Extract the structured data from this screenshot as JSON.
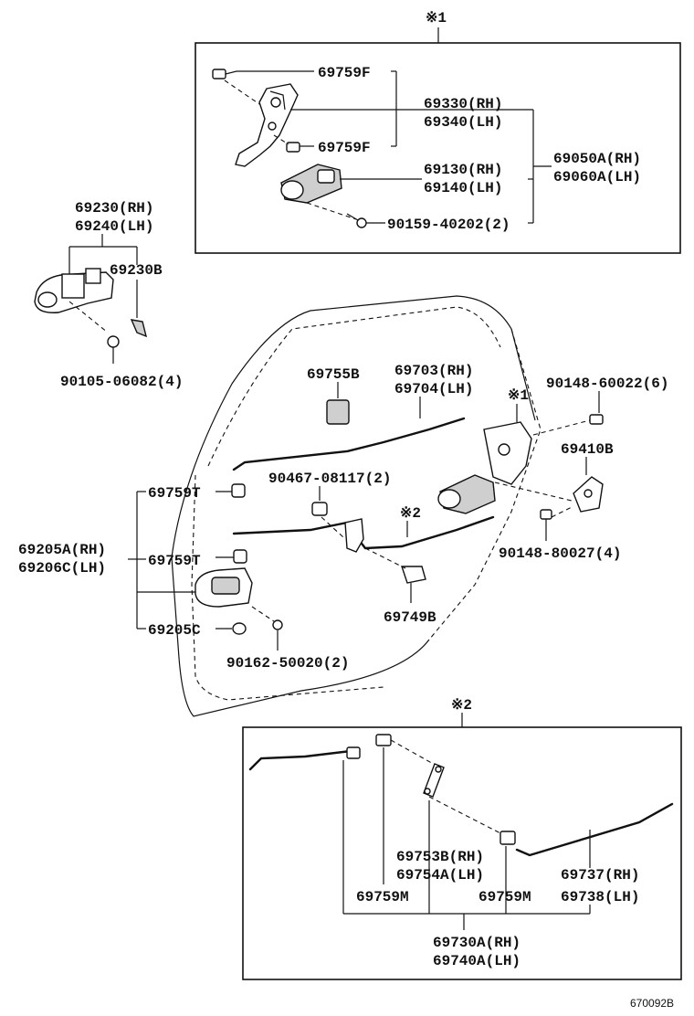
{
  "labels": {
    "ref1_top": "※1",
    "p69759F_a": "69759F",
    "p69330": "69330(RH)",
    "p69340": "69340(LH)",
    "p69759F_b": "69759F",
    "p69050A": "69050A(RH)",
    "p69060A": "69060A(LH)",
    "p69130": "69130(RH)",
    "p69140": "69140(LH)",
    "p90159": "90159-40202(2)",
    "p69230": "69230(RH)",
    "p69240": "69240(LH)",
    "p69230B": "69230B",
    "p90105": "90105-06082(4)",
    "p69755B": "69755B",
    "p69703": "69703(RH)",
    "p69704": "69704(LH)",
    "ref1_door": "※1",
    "p90148_60022": "90148-60022(6)",
    "p69410B": "69410B",
    "p69759T_a": "69759T",
    "p90467": "90467-08117(2)",
    "ref2_door": "※2",
    "p69205A": "69205A(RH)",
    "p69206C": "69206C(LH)",
    "p69759T_b": "69759T",
    "p90148_80027": "90148-80027(4)",
    "p69749B": "69749B",
    "p69205C": "69205C",
    "p90162": "90162-50020(2)",
    "ref2_bottom": "※2",
    "p69753B": "69753B(RH)",
    "p69754A": "69754A(LH)",
    "p69737": "69737(RH)",
    "p69738": "69738(LH)",
    "p69759M_a": "69759M",
    "p69759M_b": "69759M",
    "p69730A": "69730A(RH)",
    "p69740A": "69740A(LH)",
    "figure_id": "670092B"
  }
}
